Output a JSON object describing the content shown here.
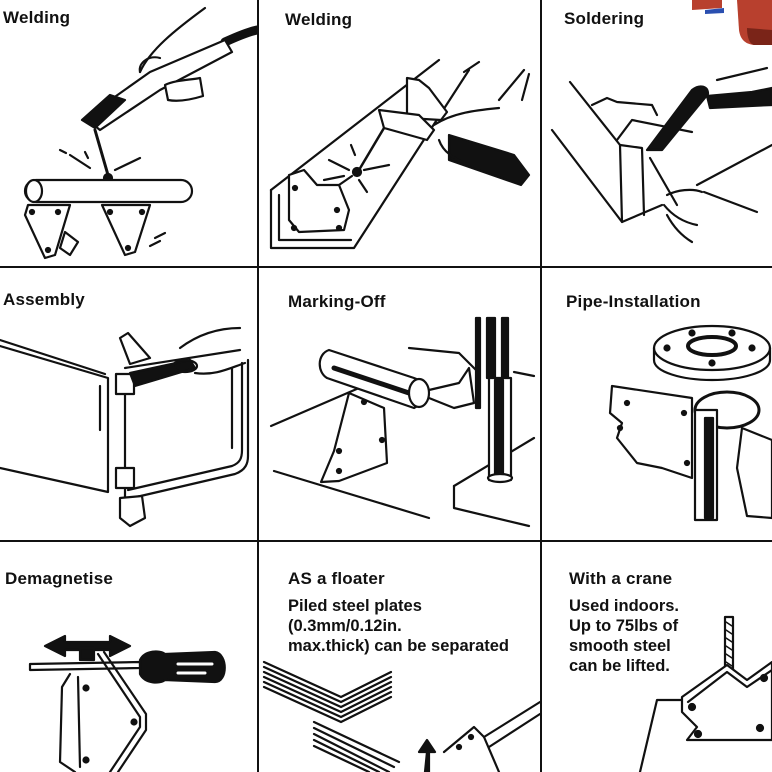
{
  "panels": [
    {
      "id": "welding-1",
      "title": "Welding",
      "illustration": "arc-welding-pipe-with-magnets"
    },
    {
      "id": "welding-2",
      "title": "Welding",
      "illustration": "welding-angle-iron-with-magnets"
    },
    {
      "id": "soldering",
      "title": "Soldering",
      "illustration": "soldering-iron-on-corner"
    },
    {
      "id": "assembly",
      "title": "Assembly",
      "illustration": "holding-panels-at-right-angle"
    },
    {
      "id": "marking-off",
      "title": "Marking-Off",
      "illustration": "marking-gauge-with-magnet"
    },
    {
      "id": "pipe-installation",
      "title": "Pipe-Installation",
      "illustration": "flange-and-pipe-with-magnets"
    },
    {
      "id": "demagnetise",
      "title": "Demagnetise",
      "illustration": "screwdriver-sliding-over-magnet"
    },
    {
      "id": "floater",
      "title": "AS a floater",
      "description": [
        "Piled steel plates",
        "(0.3mm/0.12in.",
        "max.thick) can be separated"
      ],
      "illustration": "stacked-steel-plates"
    },
    {
      "id": "crane",
      "title": "With a crane",
      "description": [
        "Used indoors.",
        "Up to 75lbs of",
        "smooth steel",
        "can be lifted."
      ],
      "illustration": "magnet-lifted-by-chain"
    }
  ],
  "colors": {
    "line": "#111111",
    "background": "#ffffff",
    "product_red": "#b8402e",
    "product_blue": "#2a4fb0"
  }
}
